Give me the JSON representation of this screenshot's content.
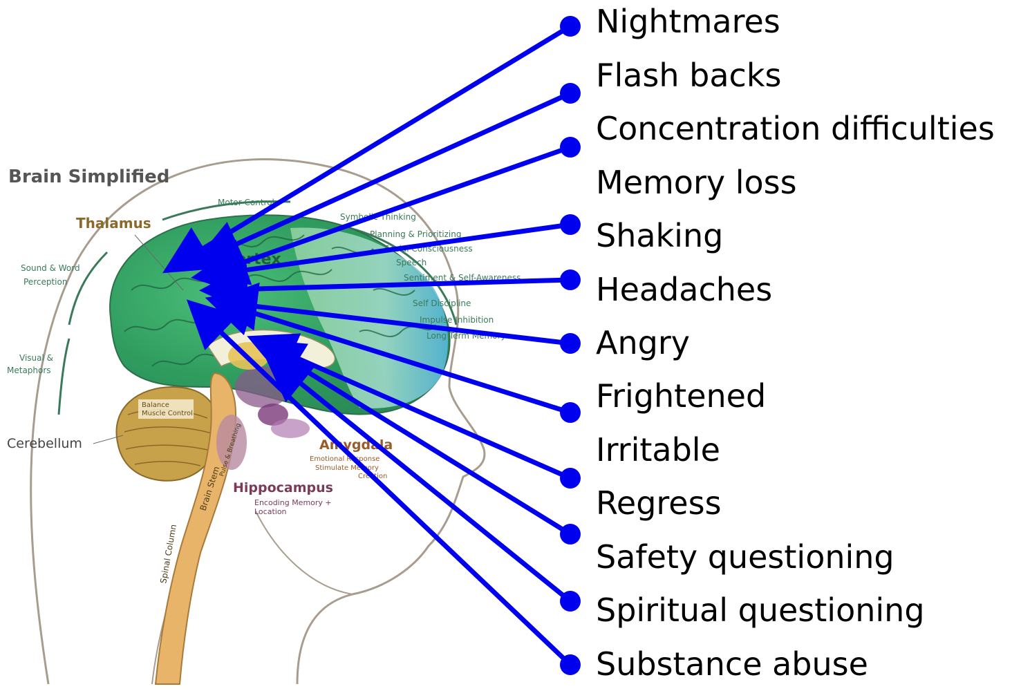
{
  "diagram_title": "Brain Simplified",
  "brain_labels": {
    "thalamus": "Thalamus",
    "cerebellum": "Cerebellum",
    "hippocampus": "Hippocampus",
    "amygdala": "Amygdala",
    "cortex": "Cortex",
    "motor_control": "Motor Control",
    "symbolic_thinking": "Symbolic Thinking",
    "planning": "Planning & Prioritizing",
    "social": "Social Consciousness",
    "speech": "Speech",
    "sentiment": "Sentiment & Self-Awareness",
    "self_discipline": "Self Discipline",
    "impulse": "Impulse Inhibition",
    "long_term": "Long Term Memory",
    "sound_word_1": "Sound & Word",
    "sound_word_2": "Perception",
    "visual_1": "Visual &",
    "visual_2": "Metaphors",
    "balance_1": "Balance",
    "balance_2": "Muscle Control",
    "brain_stem": "Brain Stem",
    "pulse": "Pulse & Breathing",
    "spinal": "Spinal Column",
    "encoding_1": "Encoding Memory +",
    "encoding_2": "Location",
    "emotional_1": "Emotional Response",
    "emotional_2": "Stimulate Memory",
    "emotional_3": "Creation"
  },
  "symptoms": [
    "Nightmares",
    "Flash backs",
    "Concentration difficulties",
    "Memory loss",
    "Shaking",
    "Headaches",
    "Angry",
    "Frightened",
    "Irritable",
    "Regress",
    "Safety questioning",
    "Spiritual questioning",
    "Substance abuse"
  ],
  "arrow_color": "#0000ee",
  "brain_colors": {
    "cortex": "#3aa86a",
    "frontal": "#7cc9a8",
    "prefrontal": "#56b4d8",
    "cerebellum": "#c8a24a",
    "stem": "#e8b46a",
    "limbic": "#8a5a8a",
    "outline": "#7a6a5a",
    "label_gold": "#8a6a2a"
  }
}
